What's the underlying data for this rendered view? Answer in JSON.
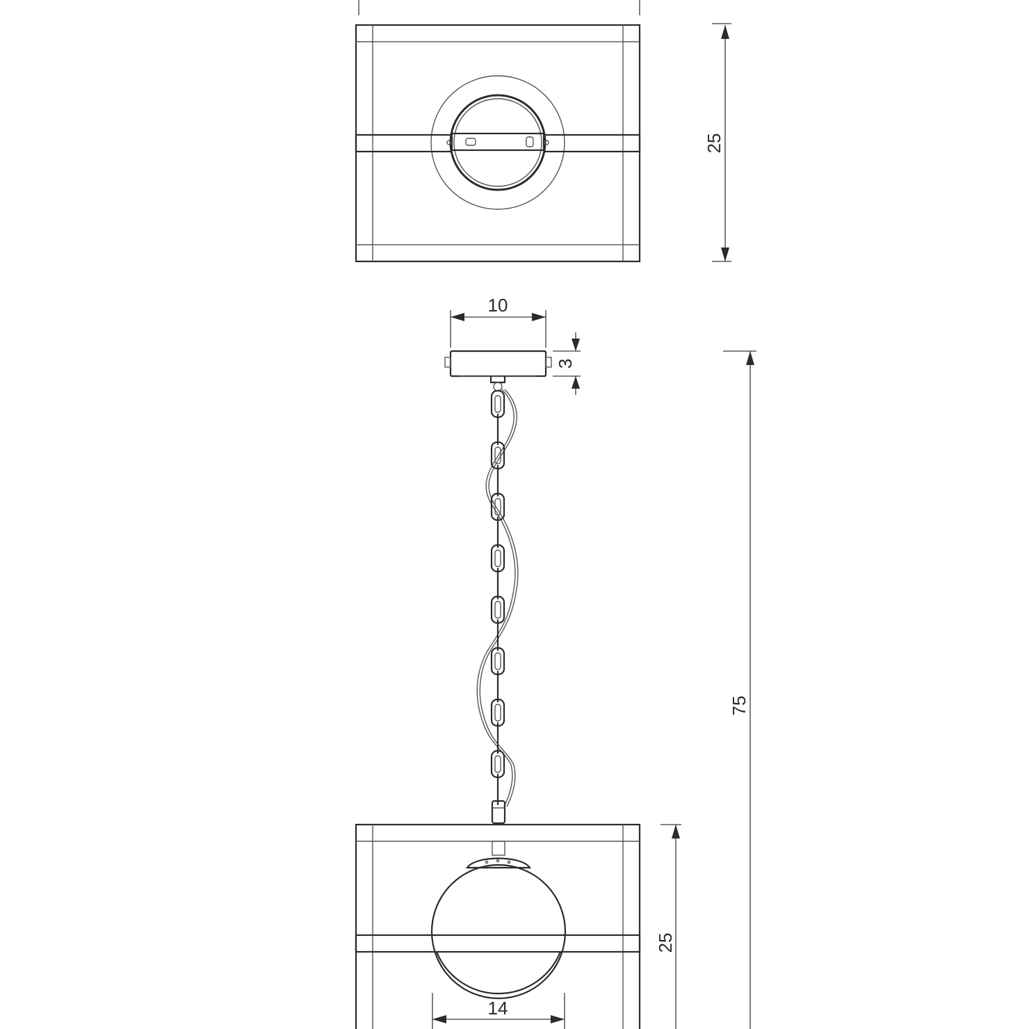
{
  "dimensions": {
    "top_view_height": "25",
    "canopy_width": "10",
    "canopy_height": "3",
    "total_height": "75",
    "frame_height": "25",
    "globe_diameter": "14"
  },
  "colors": {
    "line": "#2b2b2b",
    "background": "#ffffff"
  }
}
